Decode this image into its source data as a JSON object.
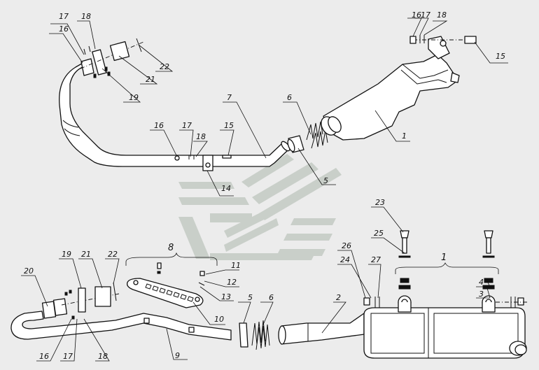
{
  "callouts": {
    "top_left": {
      "n17": "17",
      "n18": "18",
      "n16": "16",
      "n22": "22",
      "n21": "21",
      "n19": "19"
    },
    "top_mid": {
      "n7": "7",
      "n6": "6",
      "n16": "16",
      "n17": "17",
      "n18": "18",
      "n15": "15",
      "n14": "14",
      "n5": "5"
    },
    "top_right": {
      "n16": "16",
      "n17": "17",
      "n18": "18",
      "n15": "15",
      "n1": "1"
    },
    "bottom_left": {
      "n8": "8",
      "n11": "11",
      "n12": "12",
      "n13": "13",
      "n10": "10",
      "n9": "9",
      "n20": "20",
      "n19": "19",
      "n21": "21",
      "n22": "22",
      "n16": "16",
      "n17": "17",
      "n18": "18"
    },
    "bottom_mid": {
      "n5": "5",
      "n6": "6",
      "n2": "2"
    },
    "bottom_right": {
      "n23": "23",
      "n25": "25",
      "n26": "26",
      "n24": "24",
      "n27": "27",
      "n1": "1",
      "n4": "4",
      "n3": "3"
    }
  },
  "colors": {
    "line": "#111111",
    "background": "#ececec",
    "watermark": "#c9cfc9"
  },
  "icons": {
    "watermark": "logo-watermark"
  }
}
